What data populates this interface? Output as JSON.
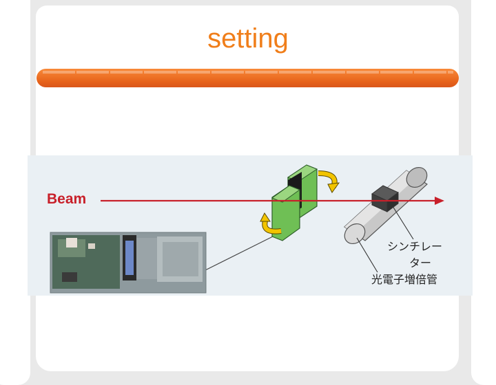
{
  "slide": {
    "title": "setting"
  },
  "diagram": {
    "beam_label": "Beam",
    "detector_label_line1": "シンチレー",
    "detector_label_line2": "ター",
    "detector_label_line3": "光電子増倍管",
    "colors": {
      "title": "#f07e1a",
      "title_bar": "#e7621a",
      "beam": "#c8202a",
      "plate": "#6fbf55",
      "cylinder": "#c9c9c9",
      "arrow": "#f2c400"
    }
  }
}
